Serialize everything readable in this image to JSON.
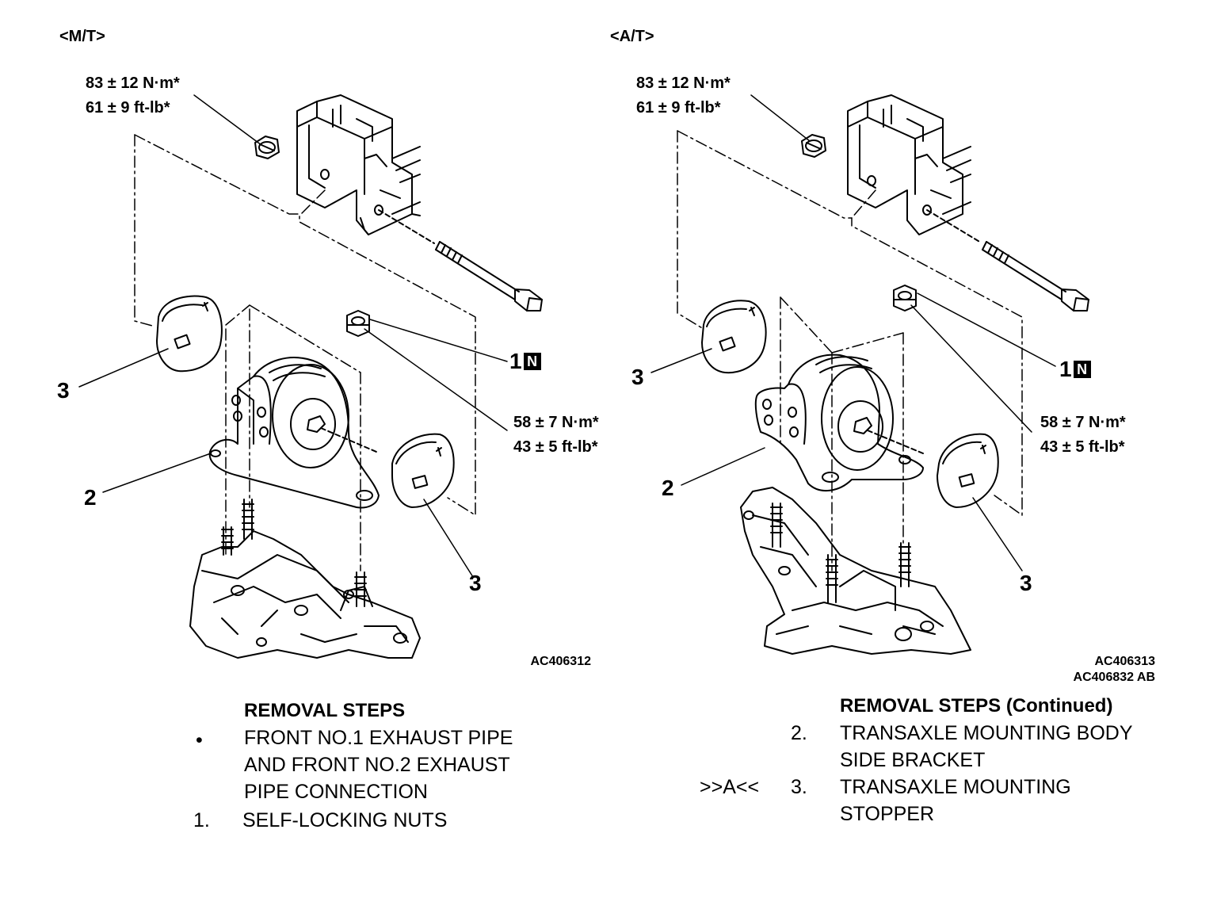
{
  "panels": {
    "mt": {
      "label": "<M/T>",
      "torque_top": [
        "83 ± 12 N·m*",
        "61 ± 9 ft-lb*"
      ],
      "torque_mid": [
        "58 ± 7 N·m*",
        "43 ± 5 ft-lb*"
      ],
      "callout_1": "1",
      "badge": "N",
      "callout_2": "2",
      "callout_3a": "3",
      "callout_3b": "3",
      "figure_ids": [
        "AC406312"
      ]
    },
    "at": {
      "label": "<A/T>",
      "torque_top": [
        "83 ± 12 N·m*",
        "61 ± 9 ft-lb*"
      ],
      "torque_mid": [
        "58 ± 7 N·m*",
        "43 ± 5 ft-lb*"
      ],
      "callout_1": "1",
      "badge": "N",
      "callout_2": "2",
      "callout_3a": "3",
      "callout_3b": "3",
      "figure_ids": [
        "AC406313",
        "AC406832 AB"
      ]
    }
  },
  "steps_left": {
    "title": "REMOVAL STEPS",
    "bullet": "•",
    "bullet_text": [
      "FRONT NO.1 EXHAUST PIPE",
      "AND FRONT NO.2 EXHAUST",
      "PIPE CONNECTION"
    ],
    "step1_num": "1.",
    "step1_text": "SELF-LOCKING NUTS"
  },
  "steps_right": {
    "title": "REMOVAL STEPS (Continued)",
    "step2_num": "2.",
    "step2_text": [
      "TRANSAXLE MOUNTING BODY",
      "SIDE BRACKET"
    ],
    "step3_marker": ">>A<<",
    "step3_num": "3.",
    "step3_text": [
      "TRANSAXLE MOUNTING",
      "STOPPER"
    ]
  }
}
